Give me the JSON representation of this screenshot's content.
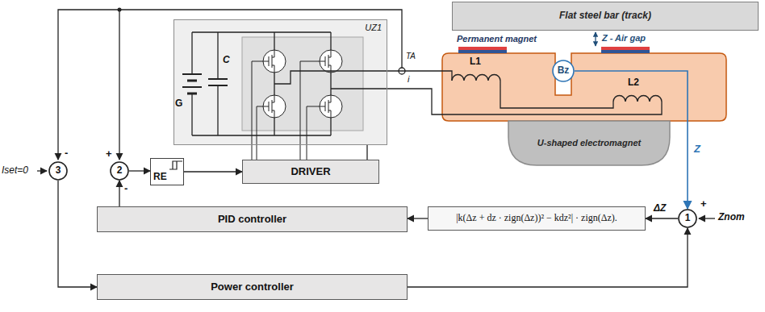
{
  "diagram": {
    "nodes": [
      {
        "text": [
          "Flat steel bar (track)"
        ]
      },
      {
        "text": [
          "UZ1"
        ]
      },
      {
        "text": [
          "DRIVER"
        ]
      },
      {
        "text": [
          "RE"
        ]
      },
      {
        "text": [
          "3"
        ]
      },
      {
        "text": [
          "2"
        ]
      },
      {
        "text": [
          "Bz"
        ]
      },
      {
        "text": [
          "PID controller"
        ]
      },
      {
        "text": [
          "|k(Δz + dz · zign(Δz))² − kdz²| · zign(Δz)."
        ]
      },
      {
        "text": [
          "1"
        ]
      },
      {
        "text": [
          "Power controller"
        ]
      }
    ],
    "edges": [
      {
        "from": 6,
        "to": 9,
        "arrow": "to",
        "label": "Z"
      },
      {
        "from": 9,
        "to": 8,
        "arrow": "to",
        "label": "ΔZ"
      },
      {
        "from": 8,
        "to": 7,
        "arrow": "to"
      },
      {
        "from": 7,
        "to": 5,
        "arrow": "to"
      },
      {
        "from": 5,
        "to": 3,
        "arrow": "to"
      },
      {
        "from": 3,
        "to": 2,
        "arrow": "to"
      },
      {
        "from": 2,
        "to": 1,
        "arrow": "none"
      },
      {
        "from": 4,
        "to": 10,
        "arrow": "to"
      },
      {
        "from": 10,
        "to": 9,
        "arrow": "to"
      }
    ],
    "labels": [
      "Permanent magnet",
      "Z - Air gap",
      "L1",
      "L2",
      "U-shaped electromagnet",
      "G",
      "C",
      "TA",
      "i",
      "+",
      "Znom",
      "+",
      "-",
      "-",
      "Iset=0"
    ]
  }
}
